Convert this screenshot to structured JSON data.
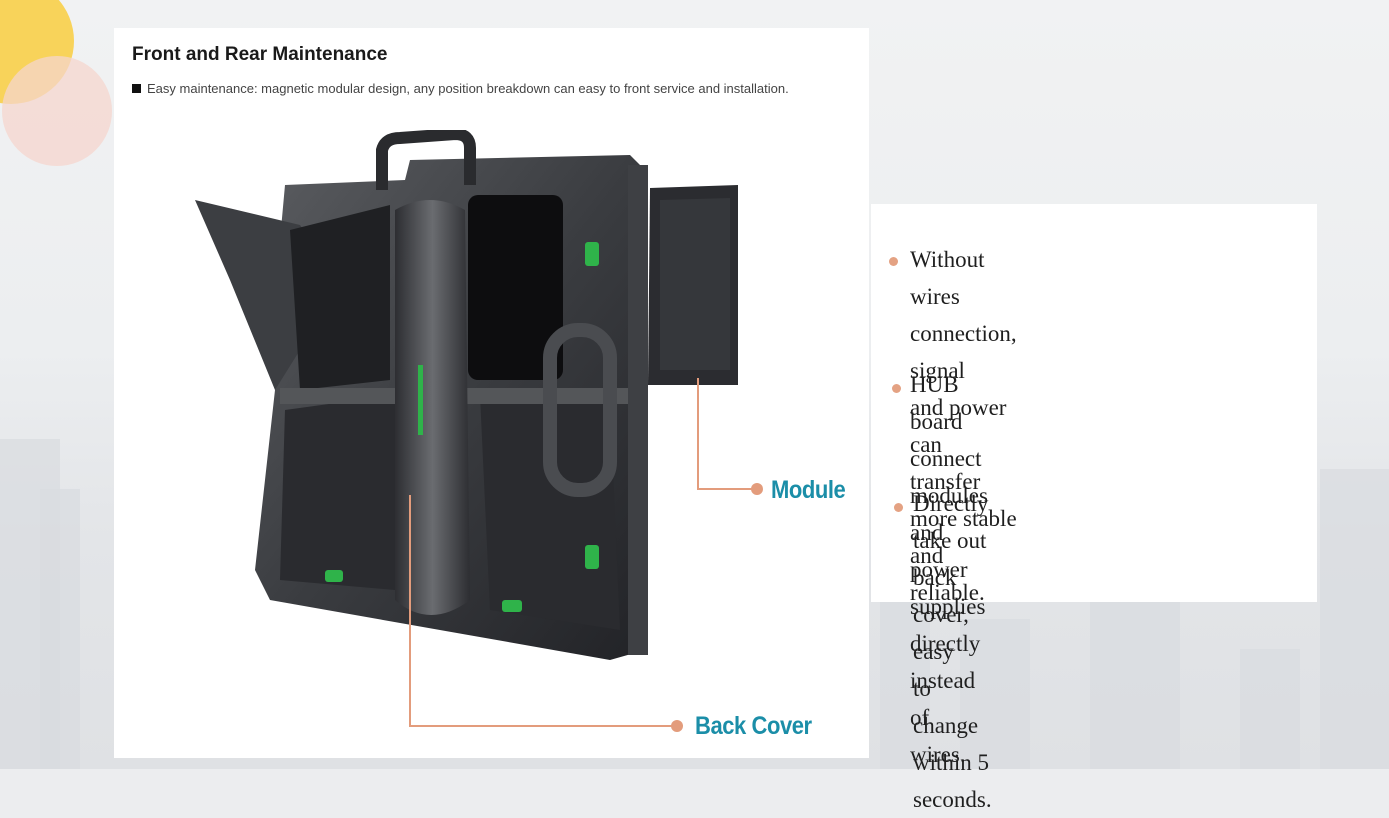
{
  "header": {
    "title": "Front and Rear Maintenance",
    "subtitle": "Easy maintenance: magnetic modular design, any position breakdown can easy to front service and installation."
  },
  "features": [
    {
      "lines": [
        "Without wires connection, signal",
        "and power can transfer more stable",
        "and reliable."
      ]
    },
    {
      "lines": [
        "HUB board connect modules and",
        "power supplies directly instead of",
        "wires."
      ]
    },
    {
      "lines": [
        "Directly take out back cover, easy",
        "to change within 5 seconds."
      ]
    }
  ],
  "callouts": {
    "module": "Module",
    "back_cover": "Back Cover"
  },
  "colors": {
    "accent_label": "#1b8ea8",
    "leader_line": "#e39c7c",
    "bullet": "#e4a283",
    "deco_yellow": "#f8d35a",
    "deco_pink": "#f6d5ce"
  },
  "image": {
    "subject": "led-cabinet-rear-view-icon"
  }
}
